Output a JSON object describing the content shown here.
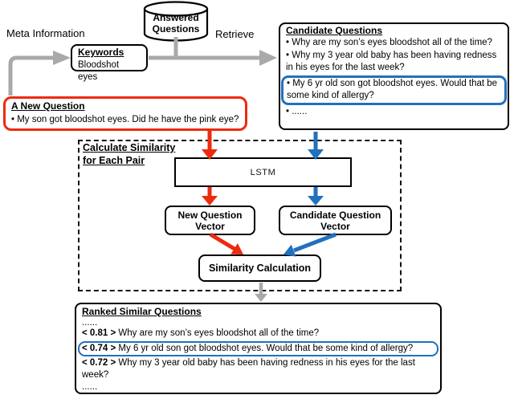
{
  "colors": {
    "red": "#ee2a0e",
    "blue": "#2171bd",
    "gray": "#a9a9a9"
  },
  "meta": {
    "label": "Meta Information"
  },
  "retrieve": {
    "label": "Retrieve"
  },
  "answered_questions": {
    "line1": "Answered",
    "line2": "Questions"
  },
  "keywords": {
    "title": "Keywords",
    "value": "Bloodshot eyes"
  },
  "new_question": {
    "title": "A New Question",
    "item": "• My son got bloodshot eyes. Did he have the pink eye?"
  },
  "candidate_questions": {
    "title": "Candidate Questions",
    "item1": "• Why are my son’s eyes bloodshot all of the time?",
    "item2": "• Why my 3 year old baby has been having redness in his eyes for the last week?",
    "item3_highlighted": "• My 6 yr old son got bloodshot eyes. Would that be some kind of allergy?",
    "item4": "• ......"
  },
  "similarity_module": {
    "title_line1": "Calculate Similarity",
    "title_line2": "for Each Pair",
    "lstm_label": "LSTM",
    "new_vector_label": "New Question Vector",
    "candidate_vector_label": "Candidate Question Vector",
    "calc_label": "Similarity Calculation"
  },
  "ranked": {
    "title": "Ranked Similar Questions",
    "dots_top": "......",
    "items": [
      {
        "score": "< 0.81 >",
        "text": "Why are my son’s eyes bloodshot all of the time?"
      },
      {
        "score": "< 0.74 >",
        "text": "My 6 yr old son got bloodshot eyes. Would that be some kind of allergy?"
      },
      {
        "score": "< 0.72 >",
        "text": "Why my 3 year old baby has been having redness in his eyes for the last week?"
      }
    ],
    "dots_bottom": "......"
  }
}
